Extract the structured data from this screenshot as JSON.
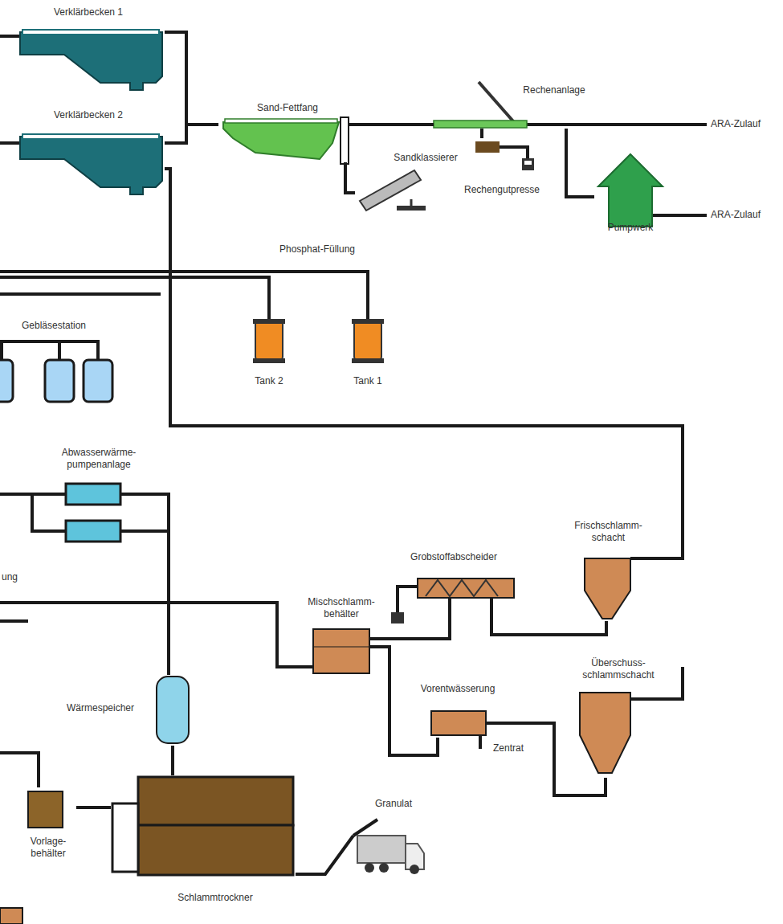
{
  "diagram": {
    "nodes": [
      {
        "text": [
          "Verklärbecken 1"
        ]
      },
      {
        "text": [
          "Verklärbecken 2"
        ]
      },
      {
        "text": [
          "Sand-Fettfang"
        ]
      },
      {
        "text": [
          "Sandklassierer"
        ]
      },
      {
        "text": [
          "Rechenanlage"
        ]
      },
      {
        "text": [
          "Rechengutpresse"
        ]
      },
      {
        "text": [
          "Pumpwerk"
        ]
      },
      {
        "text": [
          "Tank 2"
        ]
      },
      {
        "text": [
          "Tank 1"
        ]
      },
      {
        "text": [
          "Gebläsestation"
        ]
      },
      {
        "text": [
          "Abwasserwärme- pumpenanlage"
        ]
      },
      {
        "text": [
          "Grobstoffabscheider"
        ]
      },
      {
        "text": [
          "Frischschlamm- schacht"
        ]
      },
      {
        "text": [
          "Mischschlamm- behälter"
        ]
      },
      {
        "text": [
          "Wärmespeicher"
        ]
      },
      {
        "text": [
          "Vorentwässerung"
        ]
      },
      {
        "text": [
          "Überschuss- schlammschacht"
        ]
      },
      {
        "text": [
          "Vorlage- behälter"
        ]
      },
      {
        "text": [
          "Schlammtrockner"
        ]
      },
      {
        "text": [
          "Granulat"
        ]
      }
    ],
    "edges": [
      {
        "from": 4,
        "to": 2,
        "arrow": "none"
      },
      {
        "from": 6,
        "to": 4,
        "arrow": "none"
      },
      {
        "from": 4,
        "to": 5,
        "arrow": "none"
      },
      {
        "from": 2,
        "to": 3,
        "arrow": "none"
      },
      {
        "from": 2,
        "to": 0,
        "arrow": "none"
      },
      {
        "from": 2,
        "to": 1,
        "arrow": "none"
      },
      {
        "from": 1,
        "to": 12,
        "arrow": "none"
      },
      {
        "from": 12,
        "to": 11,
        "arrow": "none"
      },
      {
        "from": 11,
        "to": 13,
        "arrow": "none"
      },
      {
        "from": 16,
        "to": 15,
        "arrow": "none"
      },
      {
        "from": 15,
        "to": 13,
        "arrow": "none"
      },
      {
        "from": 10,
        "to": 14,
        "arrow": "none"
      },
      {
        "from": 14,
        "to": 18,
        "arrow": "none"
      },
      {
        "from": 17,
        "to": 18,
        "arrow": "none"
      },
      {
        "from": 18,
        "to": 19,
        "arrow": "none"
      }
    ],
    "labels": [
      "ARA-Zulauf",
      "ARA-Zulauf",
      "Phosphat-Füllung",
      "Zentrat",
      "ung"
    ]
  }
}
